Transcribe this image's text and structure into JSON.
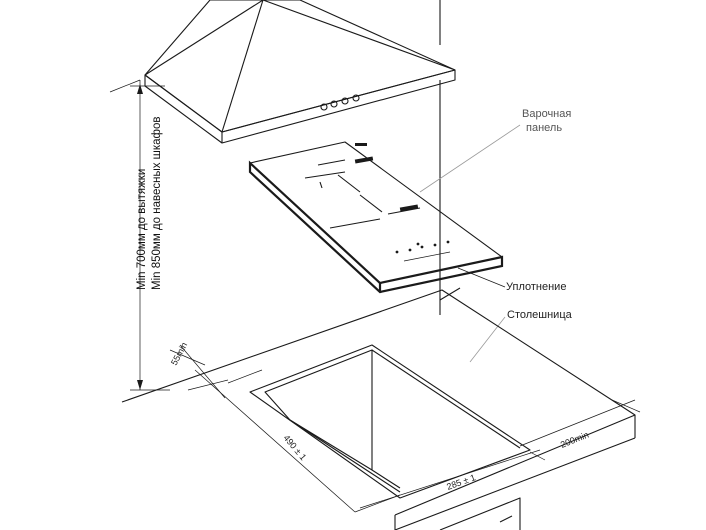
{
  "labels": {
    "hob_panel_line1": "Варочная",
    "hob_panel_line2": "панель",
    "seal": "Уплотнение",
    "countertop": "Столешница"
  },
  "dimensions": {
    "hood_min": "Min 700мм до вытяжки",
    "cabinet_min": "Min 850мм до навесных шкафов",
    "front_min": "55min",
    "depth": "490 ± 1",
    "width": "285 ± 1",
    "side_min": "200min"
  },
  "colors": {
    "line": "#1a1a1a",
    "label_gray": "#555555"
  }
}
